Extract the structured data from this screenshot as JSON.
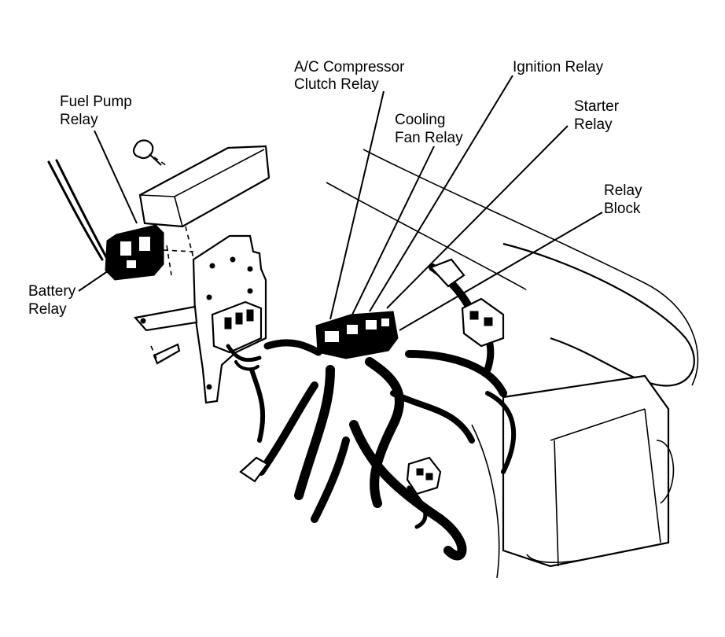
{
  "labels": {
    "fuel_pump_relay": [
      "Fuel Pump",
      "Relay"
    ],
    "battery_relay": [
      "Battery",
      "Relay"
    ],
    "ac_compressor_clutch_relay": [
      "A/C Compressor",
      "Clutch Relay"
    ],
    "cooling_fan_relay": [
      "Cooling",
      "Fan Relay"
    ],
    "ignition_relay": [
      "Ignition Relay"
    ],
    "starter_relay": [
      "Starter",
      "Relay"
    ],
    "relay_block": [
      "Relay",
      "Block"
    ]
  },
  "colors": {
    "ink": "#000000",
    "paper": "#ffffff"
  }
}
